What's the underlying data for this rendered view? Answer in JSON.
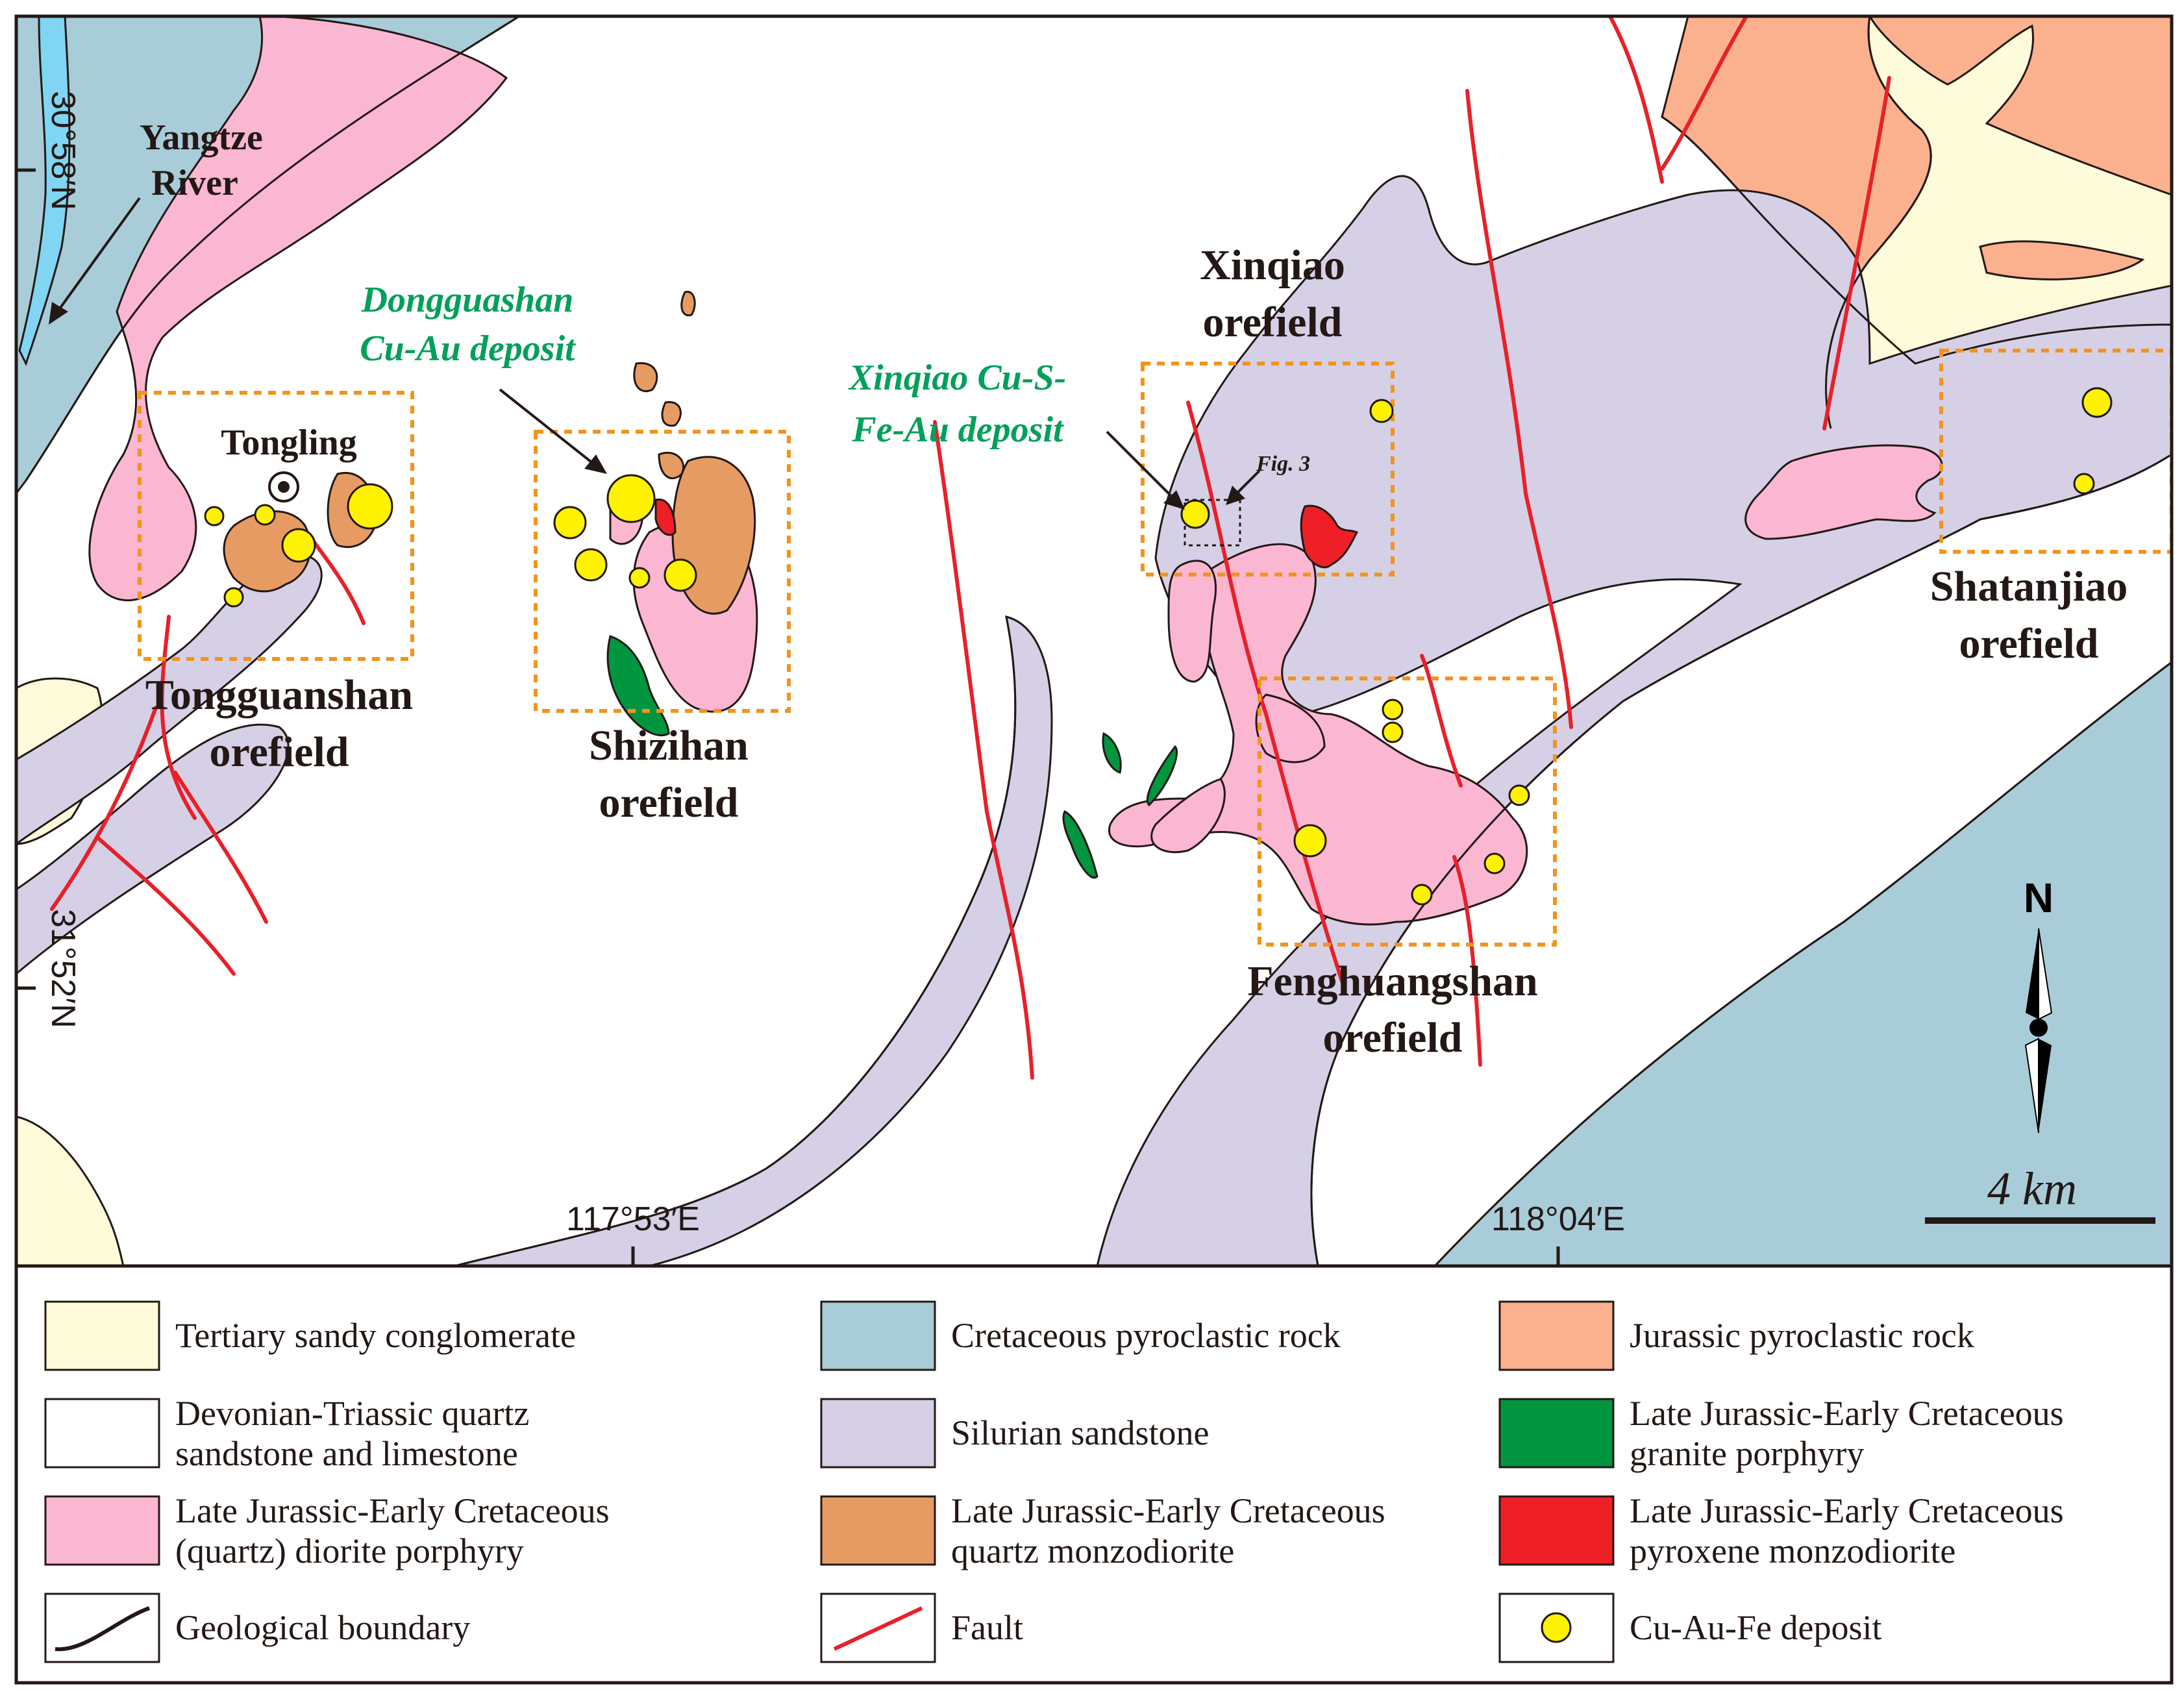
{
  "map": {
    "colors": {
      "tertiary": "#fdfbd9",
      "devonian": "#ffffff",
      "diorite": "#fbb6d2",
      "cretaceous_pyroclastic": "#a9ccd9",
      "silurian": "#d5d0e6",
      "monzodiorite": "#e69b62",
      "jurassic_pyroclastic": "#fbb08e",
      "granite": "#00963f",
      "pyroxene": "#ee1f27",
      "fault": "#e8202a",
      "deposit": "#fff200",
      "box": "#f3931d",
      "river": "#7fd5f2"
    },
    "labels": {
      "yangtze": [
        "Yangtze",
        "River"
      ],
      "tongling": "Tongling",
      "tongguanshan": [
        "Tongguanshan",
        "orefield"
      ],
      "shizihan": [
        "Shizihan",
        "orefield"
      ],
      "xinqiao": [
        "Xinqiao",
        "orefield"
      ],
      "fenghuangshan": [
        "Fenghuangshan",
        "orefield"
      ],
      "shatanjiao": [
        "Shatanjiao",
        "orefield"
      ],
      "dongguashan": [
        "Dongguashan",
        "Cu-Au deposit"
      ],
      "xinqiao_deposit": [
        "Xinqiao Cu-S-",
        "Fe-Au deposit"
      ],
      "fig3": "Fig. 3"
    },
    "coordinates": {
      "lat_top": "30°58′N",
      "lat_bottom": "31°52′N",
      "lon_left": "117°53′E",
      "lon_right": "118°04′E"
    },
    "north_arrow": "N",
    "scale_bar": "4 km"
  },
  "legend": [
    {
      "label": [
        "Tertiary sandy conglomerate"
      ],
      "symbol": "swatch",
      "color": "#fdfbd9"
    },
    {
      "label": [
        "Cretaceous pyroclastic rock"
      ],
      "symbol": "swatch",
      "color": "#a9ccd9"
    },
    {
      "label": [
        "Jurassic pyroclastic rock"
      ],
      "symbol": "swatch",
      "color": "#fbb08e"
    },
    {
      "label": [
        "Devonian-Triassic quartz",
        "sandstone and limestone"
      ],
      "symbol": "swatch",
      "color": "#ffffff"
    },
    {
      "label": [
        "Silurian sandstone"
      ],
      "symbol": "swatch",
      "color": "#d5d0e6"
    },
    {
      "label": [
        "Late Jurassic-Early Cretaceous",
        "granite porphyry"
      ],
      "symbol": "swatch",
      "color": "#00963f"
    },
    {
      "label": [
        "Late Jurassic-Early Cretaceous",
        "(quartz) diorite porphyry"
      ],
      "symbol": "swatch",
      "color": "#fbb6d2"
    },
    {
      "label": [
        "Late Jurassic-Early Cretaceous",
        "quartz monzodiorite"
      ],
      "symbol": "swatch",
      "color": "#e69b62"
    },
    {
      "label": [
        "Late Jurassic-Early Cretaceous",
        "pyroxene monzodiorite"
      ],
      "symbol": "swatch",
      "color": "#ee1f27"
    },
    {
      "label": [
        "Geological boundary"
      ],
      "symbol": "boundary",
      "color": "#231815"
    },
    {
      "label": [
        "Fault"
      ],
      "symbol": "fault",
      "color": "#e8202a"
    },
    {
      "label": [
        "Cu-Au-Fe deposit"
      ],
      "symbol": "deposit",
      "color": "#fff200"
    }
  ]
}
